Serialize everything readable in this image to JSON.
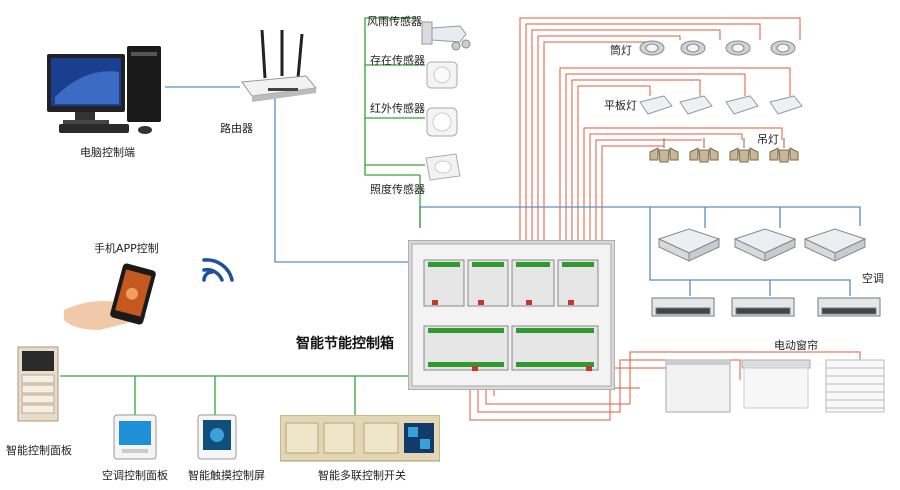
{
  "labels": {
    "pc": "电脑控制端",
    "router": "路由器",
    "rain_sensor": "风雨传感器",
    "presence_sensor": "存在传感器",
    "ir_sensor": "红外传感器",
    "lux_sensor": "照度传感器",
    "spotlight": "筒灯",
    "panel_light": "平板灯",
    "chandelier": "吊灯",
    "aircon": "空调",
    "curtain": "电动窗帘",
    "phone_app": "手机APP控制",
    "control_box": "智能节能控制箱",
    "smart_panel": "智能控制面板",
    "ac_panel": "空调控制面板",
    "touch_screen": "智能触摸控制屏",
    "multi_switch": "智能多联控制开关"
  },
  "colors": {
    "blue_wire": "#5b8fc0",
    "green_wire": "#3aa03a",
    "red_wire": "#e0603a",
    "cabinet": "#d8d8d8"
  }
}
